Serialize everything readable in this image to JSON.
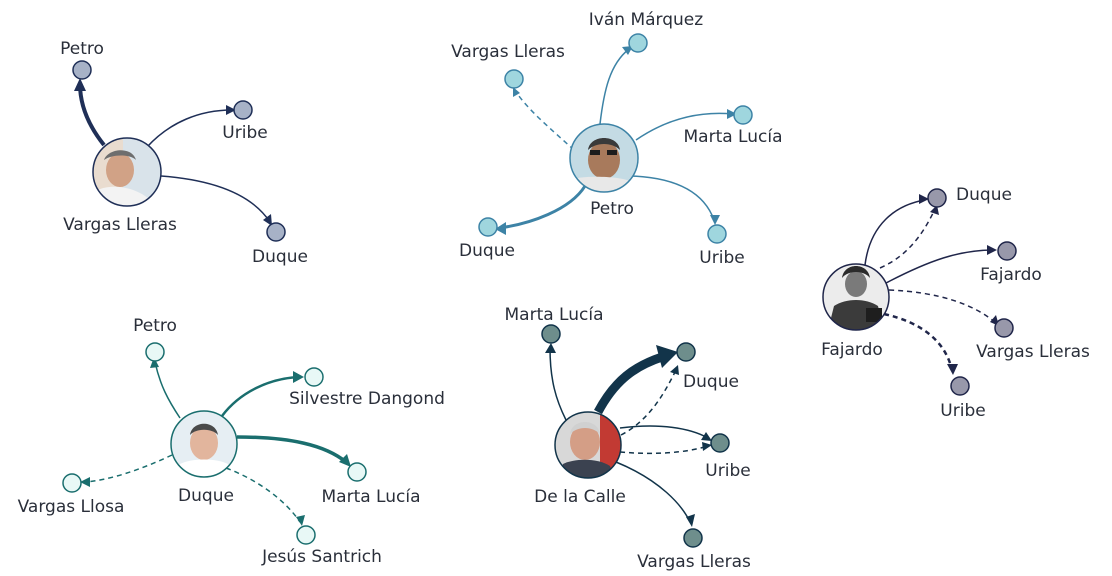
{
  "graphs": [
    {
      "center": {
        "name": "Vargas Lleras",
        "color": "#1f2f57"
      },
      "targets": [
        {
          "name": "Petro",
          "fill": "#a7b2c7",
          "style": "solid",
          "weight": 3
        },
        {
          "name": "Uribe",
          "fill": "#a7b2c7",
          "style": "solid",
          "weight": 1.5
        },
        {
          "name": "Duque",
          "fill": "#a7b2c7",
          "style": "solid",
          "weight": 1.5
        }
      ]
    },
    {
      "center": {
        "name": "Petro",
        "color": "#3d83a6"
      },
      "targets": [
        {
          "name": "Iván Márquez",
          "fill": "#9fd6de",
          "style": "solid",
          "weight": 1.5
        },
        {
          "name": "Vargas Lleras",
          "fill": "#9fd6de",
          "style": "dashed",
          "weight": 1.5
        },
        {
          "name": "Marta Lucía",
          "fill": "#9fd6de",
          "style": "solid",
          "weight": 1.5
        },
        {
          "name": "Duque",
          "fill": "#9fd6de",
          "style": "solid",
          "weight": 3
        },
        {
          "name": "Uribe",
          "fill": "#9fd6de",
          "style": "solid",
          "weight": 1.5
        }
      ]
    },
    {
      "center": {
        "name": "Fajardo",
        "color": "#20264a"
      },
      "targets": [
        {
          "name": "Duque",
          "fill": "#9898aa",
          "style": "solid+dashed",
          "weight": 1.5
        },
        {
          "name": "Fajardo",
          "fill": "#9898aa",
          "style": "solid",
          "weight": 1.5
        },
        {
          "name": "Vargas Lleras",
          "fill": "#9898aa",
          "style": "dashed",
          "weight": 1.5
        },
        {
          "name": "Uribe",
          "fill": "#9898aa",
          "style": "dashed",
          "weight": 2.5
        }
      ]
    },
    {
      "center": {
        "name": "Duque",
        "color": "#1a6e6e"
      },
      "targets": [
        {
          "name": "Petro",
          "fill": "#e8f8f6",
          "style": "solid",
          "weight": 1.5
        },
        {
          "name": "Silvestre Dangond",
          "fill": "#e8f8f6",
          "style": "solid",
          "weight": 2.5
        },
        {
          "name": "Marta Lucía",
          "fill": "#e8f8f6",
          "style": "solid",
          "weight": 3.5
        },
        {
          "name": "Vargas Llosa",
          "fill": "#e8f8f6",
          "style": "dashed",
          "weight": 1.5
        },
        {
          "name": "Jesús Santrich",
          "fill": "#e8f8f6",
          "style": "dashed",
          "weight": 1.5
        }
      ]
    },
    {
      "center": {
        "name": "De la Calle",
        "color": "#12344a"
      },
      "targets": [
        {
          "name": "Marta Lucía",
          "fill": "#6e8e8c",
          "style": "solid",
          "weight": 1.5
        },
        {
          "name": "Duque",
          "fill": "#6e8e8c",
          "style": "solid+dashed",
          "weight": 9
        },
        {
          "name": "Uribe",
          "fill": "#6e8e8c",
          "style": "solid+dashed",
          "weight": 1.5
        },
        {
          "name": "Vargas Lleras",
          "fill": "#6e8e8c",
          "style": "solid",
          "weight": 1.5
        }
      ]
    }
  ]
}
